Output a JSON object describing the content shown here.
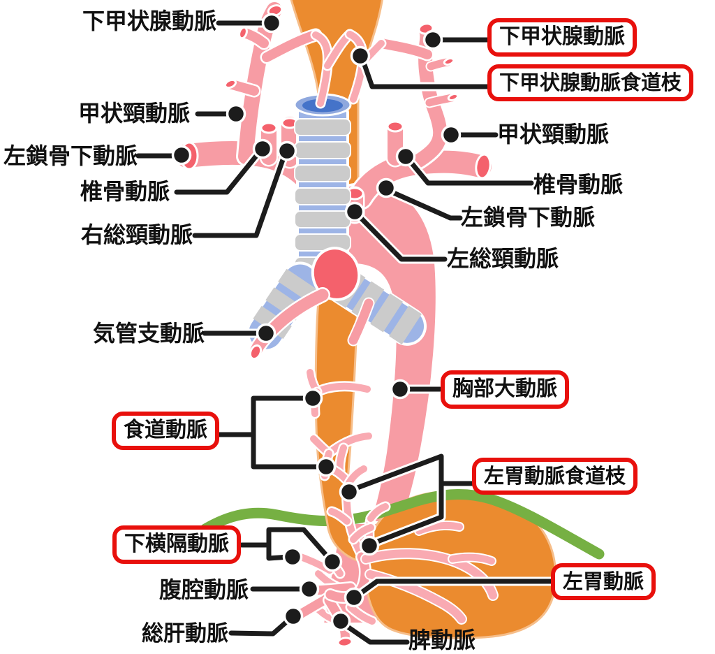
{
  "labels": {
    "inf_thyroid_left": {
      "text": "下甲状腺動脈",
      "boxed": false
    },
    "thyrocervical_left": {
      "text": "甲状頸動脈",
      "boxed": false
    },
    "l_subclavian_left": {
      "text": "左鎖骨下動脈",
      "boxed": false
    },
    "vertebral_left": {
      "text": "椎骨動脈",
      "boxed": false
    },
    "r_common_carotid": {
      "text": "右総頸動脈",
      "boxed": false
    },
    "bronchial": {
      "text": "気管支動脈",
      "boxed": false
    },
    "inf_thyroid_right": {
      "text": "下甲状腺動脈",
      "boxed": true
    },
    "inf_thyroid_esoph": {
      "text": "下甲状腺動脈食道枝",
      "boxed": true
    },
    "thyrocervical_right": {
      "text": "甲状頸動脈",
      "boxed": false
    },
    "vertebral_right": {
      "text": "椎骨動脈",
      "boxed": false
    },
    "l_subclavian_right": {
      "text": "左鎖骨下動脈",
      "boxed": false
    },
    "l_common_carotid": {
      "text": "左総頸動脈",
      "boxed": false
    },
    "thoracic_aorta": {
      "text": "胸部大動脈",
      "boxed": true
    },
    "esophageal": {
      "text": "食道動脈",
      "boxed": true
    },
    "l_gastric_esoph": {
      "text": "左胃動脈食道枝",
      "boxed": true
    },
    "inf_phrenic": {
      "text": "下横隔動脈",
      "boxed": true
    },
    "celiac": {
      "text": "腹腔動脈",
      "boxed": false
    },
    "l_gastric": {
      "text": "左胃動脈",
      "boxed": true
    },
    "common_hepatic": {
      "text": "総肝動脈",
      "boxed": false
    },
    "splenic": {
      "text": "脾動脈",
      "boxed": false
    }
  },
  "colors": {
    "esophagus": "#EB8B2F",
    "esophagus_outline": "#F6BE8A",
    "artery": "#F79CA4",
    "artery_light": "#F9AAB2",
    "cut_end": "#F4616C",
    "trachea_blue": "#9DB4E6",
    "cartilage_grey": "#CBCBCB",
    "trachea_opening_outer": "#8FA8DE",
    "trachea_opening_inner": "#4573C9",
    "diaphragm_green": "#76B043",
    "label_box_red": "#E8100C",
    "leader_black": "#1C1C1C"
  }
}
